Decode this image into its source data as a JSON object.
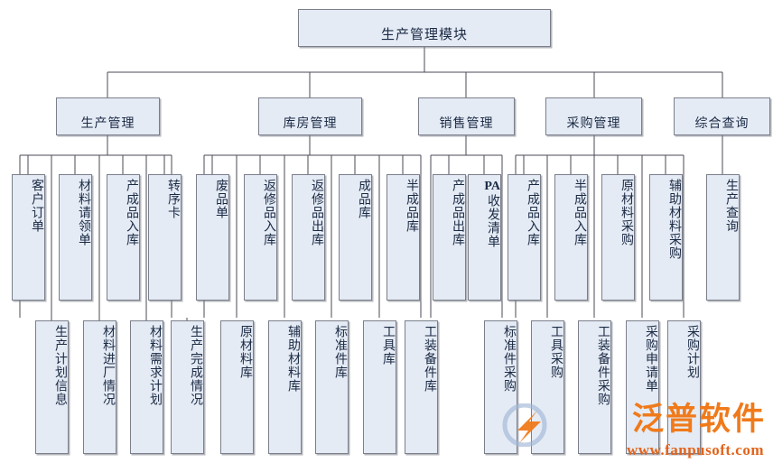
{
  "diagram": {
    "title": "生产管理模块",
    "type": "org-tree",
    "colors": {
      "node_fill": "#e4ebf5",
      "node_border": "#7b7f8a",
      "connector": "#4a4a55",
      "text": "#1b2a44",
      "watermark_orange": "#f07a1a",
      "watermark_url": "#e2641b",
      "background": "#ffffff"
    },
    "root": {
      "label": "生产管理模块"
    },
    "modules": [
      {
        "id": "m1",
        "label": "生产管理"
      },
      {
        "id": "m2",
        "label": "库房管理"
      },
      {
        "id": "m3",
        "label": "销售管理"
      },
      {
        "id": "m4",
        "label": "采购管理"
      },
      {
        "id": "m5",
        "label": "综合查询"
      }
    ],
    "leaves": {
      "m1_upper": [
        {
          "label": "客户订单"
        },
        {
          "label": "材料请领单"
        },
        {
          "label": "产成品入库"
        },
        {
          "label": "转序卡"
        }
      ],
      "m1_lower": [
        {
          "label": "生产计划信息"
        },
        {
          "label": "材料进厂情况"
        },
        {
          "label": "材料需求计划"
        },
        {
          "label": "生产完成情况"
        }
      ],
      "m2_upper": [
        {
          "label": "废品单"
        },
        {
          "label": "返修品入库"
        },
        {
          "label": "返修品出库"
        },
        {
          "label": "成品库"
        },
        {
          "label": "半成品库"
        }
      ],
      "m2_lower": [
        {
          "label": "原材料库"
        },
        {
          "label": "辅助材料库"
        },
        {
          "label": "标准件库"
        },
        {
          "label": "工具库"
        },
        {
          "label": "工装备件库"
        }
      ],
      "m3_upper": [
        {
          "label": "产成品出库"
        },
        {
          "label": "PA收发清单",
          "latin_prefix": "PA",
          "rest": "收发清单"
        }
      ],
      "m4_upper": [
        {
          "label": "产成品入库"
        },
        {
          "label": "半成品入库"
        },
        {
          "label": "原材料采购"
        },
        {
          "label": "辅助材料采购"
        }
      ],
      "m4_lower": [
        {
          "label": "标准件采购"
        },
        {
          "label": "工具采购"
        },
        {
          "label": "工装备件采购"
        },
        {
          "label": "采购申请单"
        },
        {
          "label": "采购计划"
        }
      ],
      "m5_upper": [
        {
          "label": "生产查询"
        }
      ]
    },
    "watermark": {
      "brand": "泛普软件",
      "url": "www.fanpusoft.com"
    }
  }
}
